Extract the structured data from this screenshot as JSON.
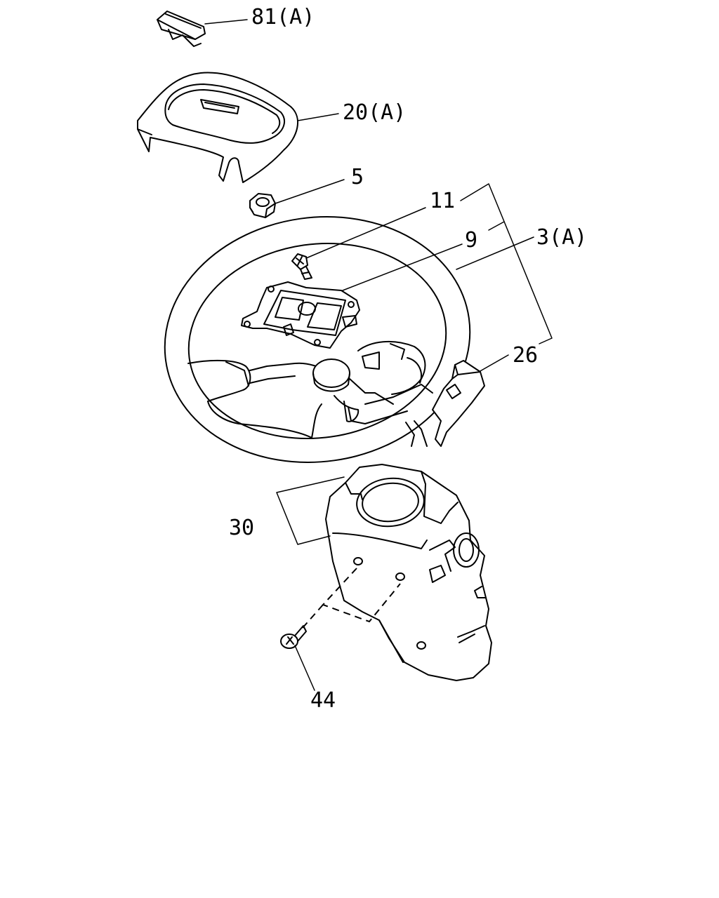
{
  "callouts": {
    "c81": "81(A)",
    "c20": "20(A)",
    "c5": "5",
    "c11": "11",
    "c9": "9",
    "c3": "3(A)",
    "c26": "26",
    "c30": "30",
    "c44": "44"
  },
  "colors": {
    "line": "#000000",
    "background": "#ffffff"
  }
}
